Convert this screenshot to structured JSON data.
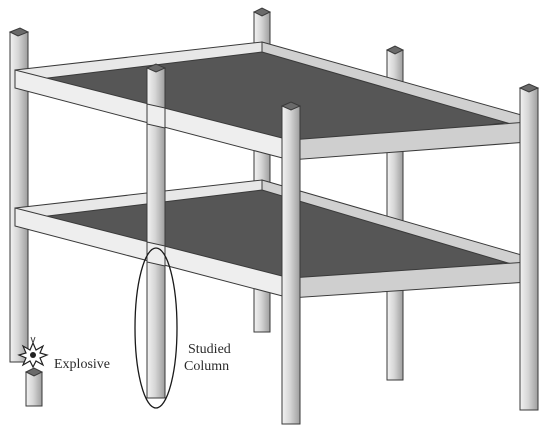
{
  "labels": {
    "explosive": "Explosive",
    "studied_line1": "Studied",
    "studied_line2": "Column"
  },
  "colors": {
    "slab": "#565656",
    "beam_top": "#ececec",
    "beam_front": "#c8c8c8",
    "column_face_light": "#dcdcdc",
    "column_face_dark": "#a8a8a8",
    "edge": "#3a3a3a"
  }
}
